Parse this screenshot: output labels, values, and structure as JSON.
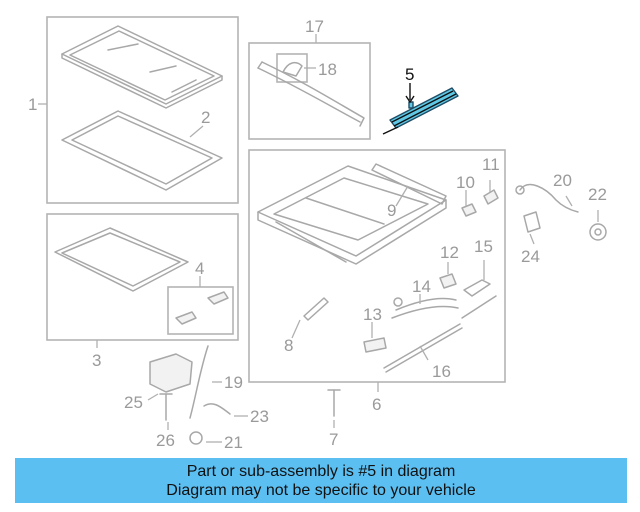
{
  "diagram": {
    "callouts": [
      {
        "id": "c1",
        "text": "1"
      },
      {
        "id": "c2",
        "text": "2"
      },
      {
        "id": "c3",
        "text": "3"
      },
      {
        "id": "c4",
        "text": "4"
      },
      {
        "id": "c5",
        "text": "5",
        "highlighted": true
      },
      {
        "id": "c6",
        "text": "6"
      },
      {
        "id": "c7",
        "text": "7"
      },
      {
        "id": "c8",
        "text": "8"
      },
      {
        "id": "c9",
        "text": "9"
      },
      {
        "id": "c10",
        "text": "10"
      },
      {
        "id": "c11",
        "text": "11"
      },
      {
        "id": "c12",
        "text": "12"
      },
      {
        "id": "c13",
        "text": "13"
      },
      {
        "id": "c14",
        "text": "14"
      },
      {
        "id": "c15",
        "text": "15"
      },
      {
        "id": "c16",
        "text": "16"
      },
      {
        "id": "c17",
        "text": "17"
      },
      {
        "id": "c18",
        "text": "18"
      },
      {
        "id": "c19",
        "text": "19"
      },
      {
        "id": "c20",
        "text": "20"
      },
      {
        "id": "c21",
        "text": "21"
      },
      {
        "id": "c22",
        "text": "22"
      },
      {
        "id": "c23",
        "text": "23"
      },
      {
        "id": "c24",
        "text": "24"
      },
      {
        "id": "c25",
        "text": "25"
      },
      {
        "id": "c26",
        "text": "26"
      }
    ],
    "colors": {
      "highlight": "#5ec8e6",
      "lines": "#a8a8a8",
      "banner": "#5bbff2"
    }
  },
  "banner": {
    "line1": "Part or sub-assembly is #5 in diagram",
    "line2": "Diagram may not be specific to your vehicle"
  }
}
